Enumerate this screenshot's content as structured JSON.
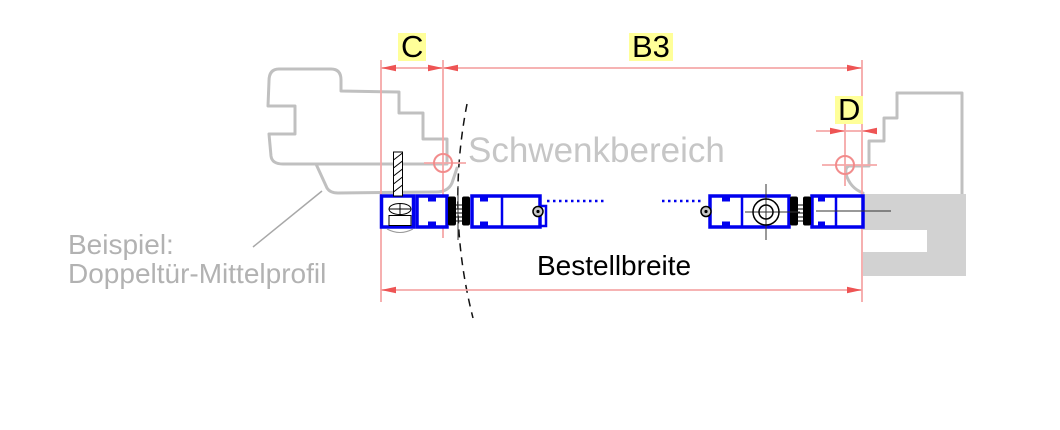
{
  "drawing": {
    "dimensions": {
      "c": "C",
      "b3": "B3",
      "d": "D"
    },
    "annotations": {
      "swing_area": "Schwenkbereich",
      "order_width": "Bestellbreite",
      "example_line1": "Beispiel:",
      "example_line2": "Doppeltür-Mittelprofil"
    }
  },
  "colors": {
    "dimension_line": "#f5a8a8",
    "dimension_arrow": "#ee5454",
    "pivot_red": "#f28c8c",
    "highlight_yellow": "#ffff99",
    "profile_blue": "#0000ee",
    "profile_gray": "#c0c0c0",
    "fill_gray": "#d2d2d2",
    "leader_gray": "#a8a8a8",
    "text_gray_light": "#c6c6c6",
    "text_gray": "#b2b2b2",
    "text_black": "#000000"
  }
}
